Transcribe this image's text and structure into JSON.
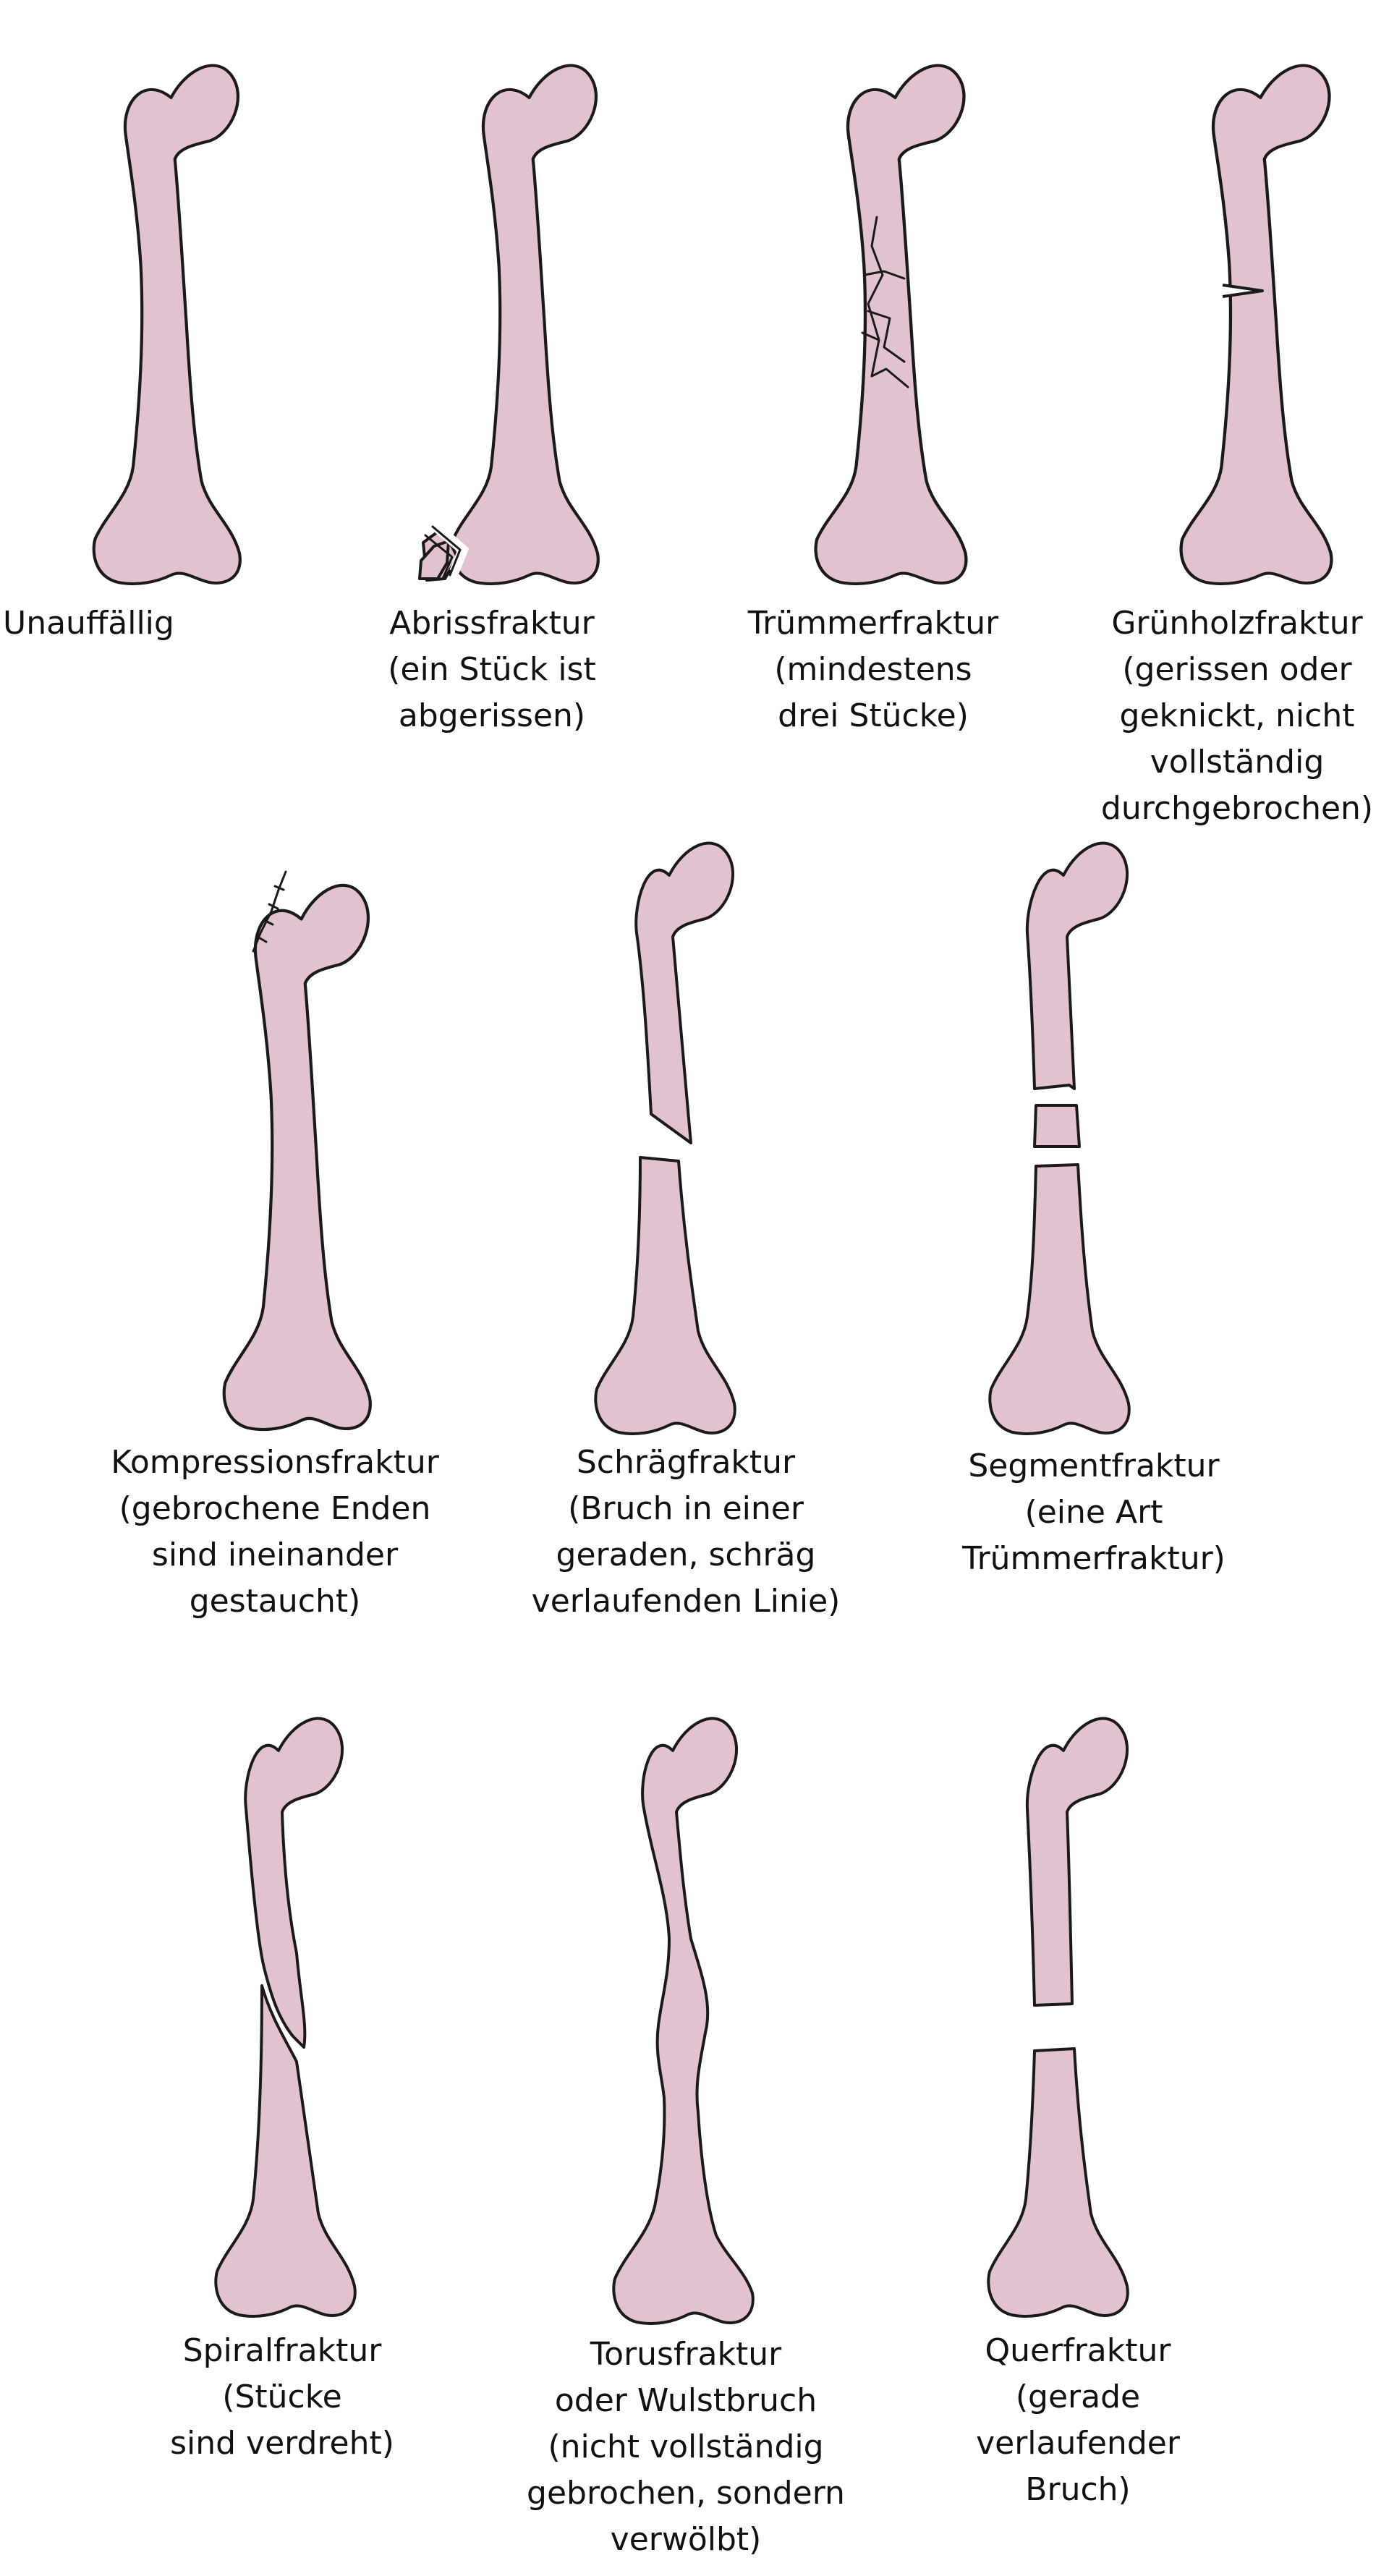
{
  "colors": {
    "bone_fill": "#e2c2d1",
    "outline": "#1a1a1a",
    "background": "#ffffff"
  },
  "captions": [
    {
      "id": "unauffaellig",
      "lines": [
        "Unauffällig"
      ]
    },
    {
      "id": "abrissfraktur",
      "lines": [
        "Abrissfraktur",
        "(ein Stück ist",
        "abgerissen)"
      ]
    },
    {
      "id": "truemmerfraktur",
      "lines": [
        "Trümmerfraktur",
        "(mindestens",
        "drei Stücke)"
      ]
    },
    {
      "id": "gruenholzfraktur",
      "lines": [
        "Grünholzfraktur",
        "(gerissen oder",
        "geknickt, nicht",
        "vollständig",
        "durchgebrochen)"
      ]
    },
    {
      "id": "kompressionsfraktur",
      "lines": [
        "Kompressionsfraktur",
        "(gebrochene Enden",
        "sind ineinander",
        "gestaucht)"
      ]
    },
    {
      "id": "schraegfraktur",
      "lines": [
        "Schrägfraktur",
        "(Bruch in einer",
        "geraden, schräg",
        "verlaufenden Linie)"
      ]
    },
    {
      "id": "segmentfraktur",
      "lines": [
        "Segmentfraktur",
        "(eine Art",
        "Trümmerfraktur)"
      ]
    },
    {
      "id": "spiralfraktur",
      "lines": [
        "Spiralfraktur",
        "(Stücke",
        "sind verdreht)"
      ]
    },
    {
      "id": "torusfraktur",
      "lines": [
        "Torusfraktur",
        "oder Wulstbruch",
        "(nicht vollständig",
        "gebrochen, sondern",
        "verwölbt)"
      ]
    },
    {
      "id": "querfraktur",
      "lines": [
        "Querfraktur",
        "(gerade",
        "verlaufender",
        "Bruch)"
      ]
    }
  ]
}
